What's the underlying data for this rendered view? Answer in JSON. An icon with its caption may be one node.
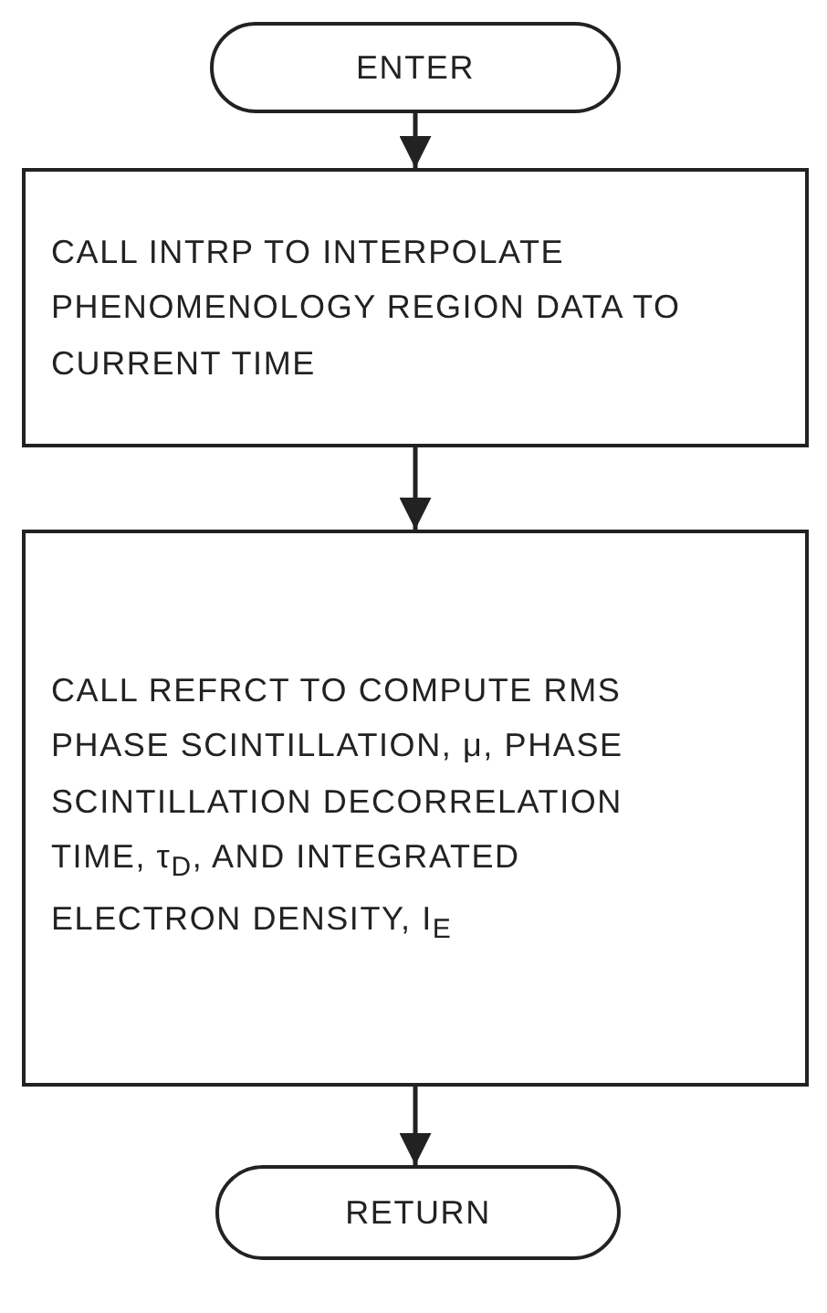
{
  "diagram": {
    "nodes": [
      {
        "text": [
          "ENTER"
        ]
      },
      {
        "text": [
          "CALL INTRP TO INTERPOLATE PHENOMENOLOGY REGION DATA TO CURRENT TIME"
        ]
      },
      {
        "text": [
          "CALL REFRCT TO COMPUTE RMS PHASE SCINTILLATION, μ, PHASE SCINTILLATION DECORRELATION TIME, τ$_{D}$, AND INTEGRATED ELECTRON DENSITY, I$_{E}$"
        ]
      },
      {
        "text": [
          "RETURN"
        ]
      }
    ],
    "edges": [
      {
        "from": 0,
        "to": 1,
        "arrow": "to"
      },
      {
        "from": 1,
        "to": 2,
        "arrow": "to"
      },
      {
        "from": 2,
        "to": 3,
        "arrow": "to"
      }
    ]
  }
}
